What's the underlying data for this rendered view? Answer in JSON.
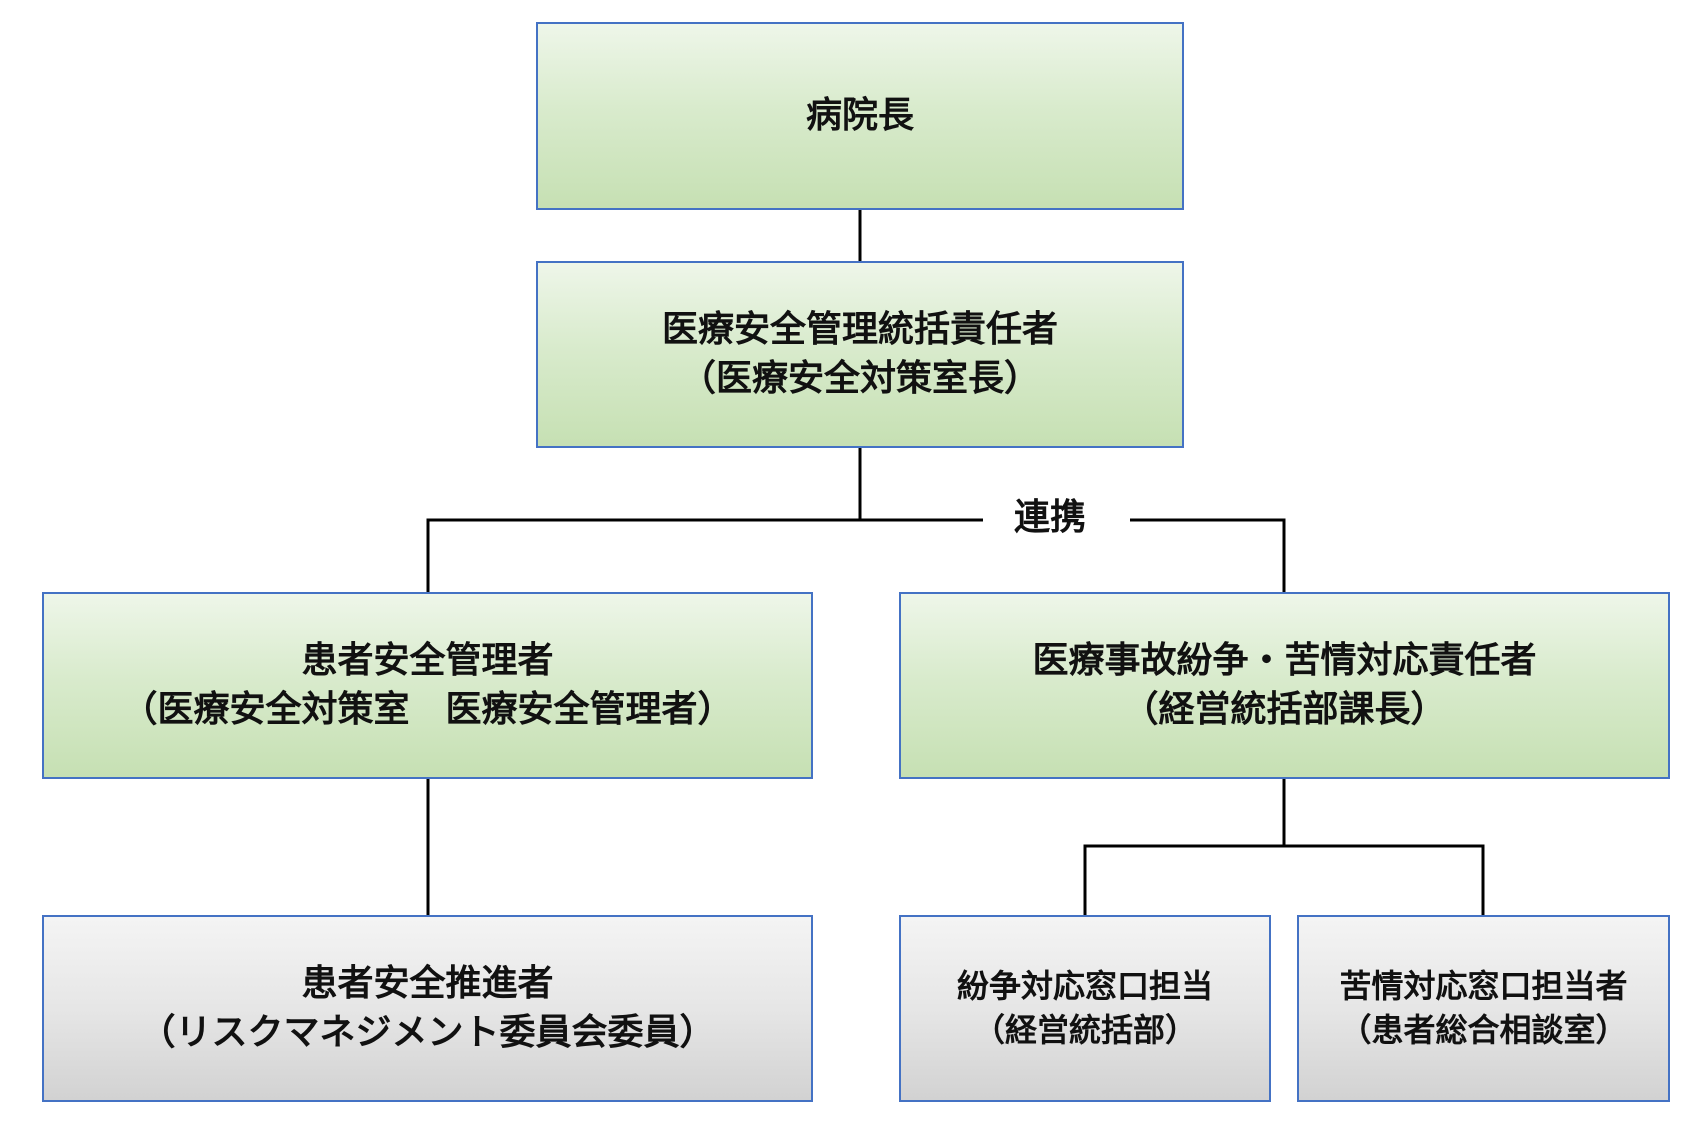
{
  "chart": {
    "nodes": {
      "director": {
        "lines": [
          "病院長"
        ]
      },
      "safety_head": {
        "lines": [
          "医療安全管理統括責任者",
          "（医療安全対策室長）"
        ]
      },
      "patient_safety_manager": {
        "lines": [
          "患者安全管理者",
          "（医療安全対策室　医療安全管理者）"
        ]
      },
      "dispute_head": {
        "lines": [
          "医療事故紛争・苦情対応責任者",
          "（経営統括部課長）"
        ]
      },
      "patient_safety_promoter": {
        "lines": [
          "患者安全推進者",
          "（リスクマネジメント委員会委員）"
        ]
      },
      "dispute_contact": {
        "lines": [
          "紛争対応窓口担当",
          "（経営統括部）"
        ]
      },
      "complaint_contact": {
        "lines": [
          "苦情対応窓口担当者",
          "（患者総合相談室）"
        ]
      }
    },
    "edge_label": "連携"
  },
  "colors": {
    "box_border": "#4472c4",
    "green_fill": "#c6e0b3",
    "gray_fill": "#d2d2d2",
    "line": "#000000"
  }
}
